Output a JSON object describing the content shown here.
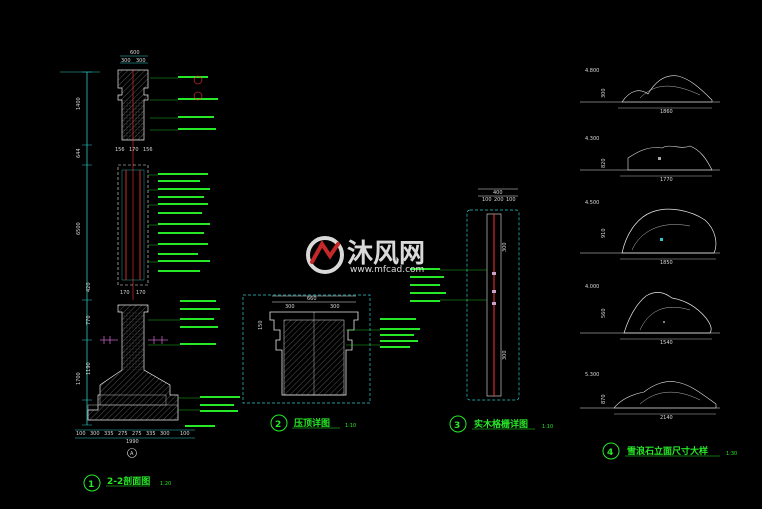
{
  "views": [
    {
      "num": "1",
      "title": "2-2剖面图",
      "scale": "1:20"
    },
    {
      "num": "2",
      "title": "压顶详图",
      "scale": "1:10"
    },
    {
      "num": "3",
      "title": "实木格栅详图",
      "scale": "1:10"
    },
    {
      "num": "4",
      "title": "雪浪石立面尺寸大样",
      "scale": "1:30"
    }
  ],
  "section_dims": {
    "top": [
      "300",
      "300"
    ],
    "top_total": "600",
    "bottom": [
      "100",
      "300",
      "335",
      "275",
      "275",
      "335",
      "300",
      "100"
    ],
    "bottom_total": "1990",
    "grid_marker": "A",
    "vertical": [
      "1400",
      "644",
      "6500",
      "1700",
      "1190",
      "770",
      "420"
    ],
    "mid": [
      "156",
      "170",
      "156"
    ],
    "base_mid": [
      "170",
      "170"
    ]
  },
  "coping_dims": {
    "total": "660",
    "left": "300",
    "right": "300",
    "side": "150"
  },
  "grille_dims": {
    "total": "400",
    "parts": [
      "100",
      "200",
      "100"
    ],
    "vertical": [
      "300",
      "300"
    ]
  },
  "stone_widths": [
    "1860",
    "1770",
    "1850",
    "1540",
    "2140"
  ],
  "stone_heights": [
    "300",
    "820",
    "910",
    "560",
    "870"
  ],
  "stone_levels": [
    "4.800",
    "4.300",
    "4.500",
    "4.000",
    "5.300"
  ],
  "watermark": {
    "brand": "沐风网",
    "url": "www.mfcad.com"
  }
}
